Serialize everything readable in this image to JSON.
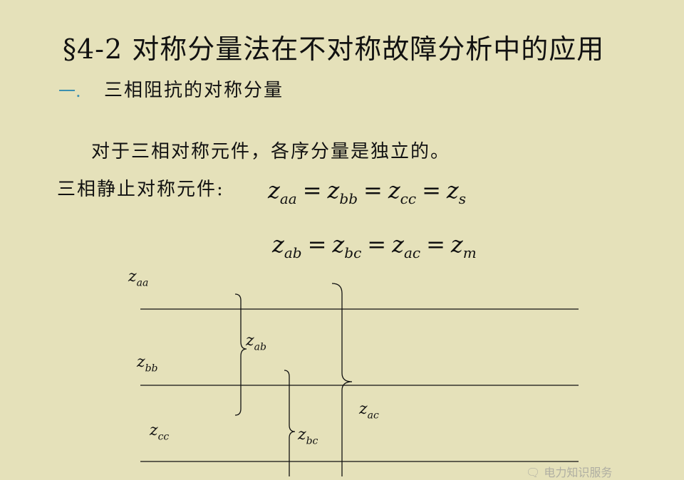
{
  "title": "§4-2 对称分量法在不对称故障分析中的应用",
  "section": {
    "number": "一.",
    "title": "三相阻抗的对称分量"
  },
  "body_text": "对于三相对称元件，各序分量是独立的。",
  "static_label": "三相静止对称元件:",
  "equations": {
    "eq1": {
      "t1": "z",
      "s1": "aa",
      "t2": "z",
      "s2": "bb",
      "t3": "z",
      "s3": "cc",
      "t4": "z",
      "s4": "s",
      "op": "="
    },
    "eq2": {
      "t1": "z",
      "s1": "ab",
      "t2": "z",
      "s2": "bc",
      "t3": "z",
      "s3": "ac",
      "t4": "z",
      "s4": "m",
      "op": "="
    }
  },
  "diagram": {
    "labels": {
      "zaa": {
        "t": "z",
        "s": "aa"
      },
      "zbb": {
        "t": "z",
        "s": "bb"
      },
      "zcc": {
        "t": "z",
        "s": "cc"
      },
      "zab": {
        "t": "z",
        "s": "ab"
      },
      "zbc": {
        "t": "z",
        "s": "bc"
      },
      "zac": {
        "t": "z",
        "s": "ac"
      }
    }
  },
  "watermark": "🗨 电力知识服务"
}
